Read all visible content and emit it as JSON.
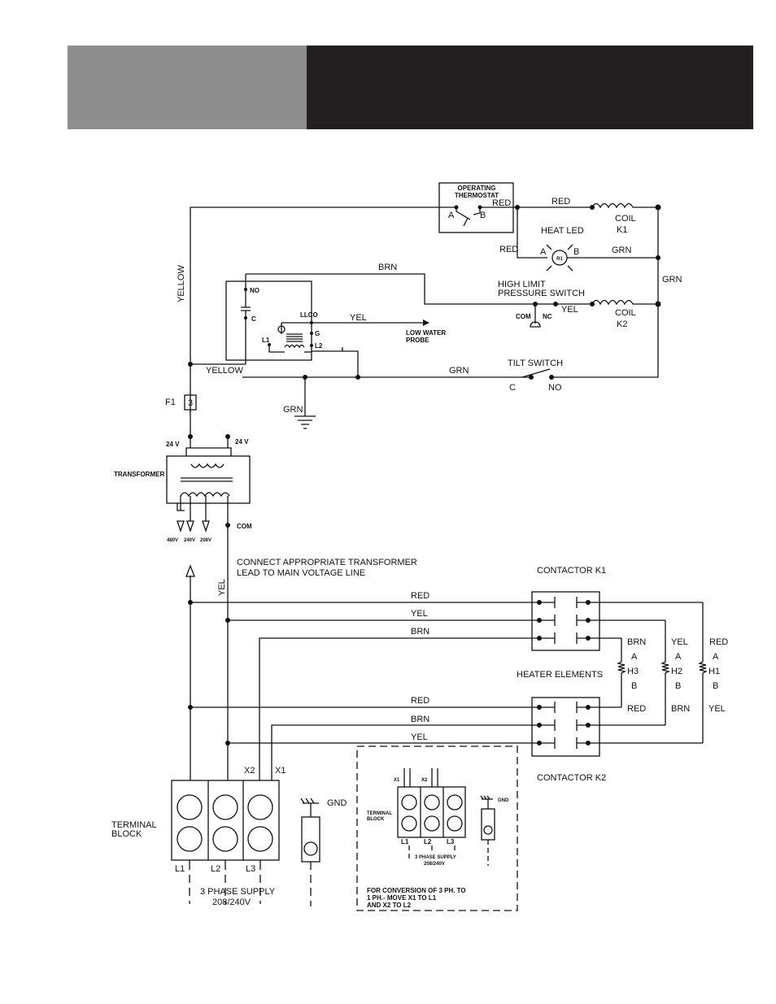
{
  "header": {
    "gray_color": "#8e8e8e",
    "dark_color": "#231f20"
  },
  "labels": {
    "operating_thermostat_1": "OPERATING",
    "operating_thermostat_2": "THERMOSTAT",
    "a": "A",
    "b": "B",
    "red": "RED",
    "brn": "BRN",
    "yel": "YEL",
    "grn": "GRN",
    "yellow": "YELLOW",
    "coil": "COIL",
    "k1": "K1",
    "k2": "K2",
    "heat_led": "HEAT LED",
    "r1": "R1",
    "high_limit": "HIGH LIMIT",
    "pressure_switch": "PRESSURE SWITCH",
    "com": "COM",
    "nc": "NC",
    "no": "NO",
    "c": "C",
    "llco": "LLCO",
    "g": "G",
    "l1": "L1",
    "l2": "L2",
    "l3": "L3",
    "low_water_1": "LOW WATER",
    "low_water_2": "PROBE",
    "tilt_switch": "TILT SWITCH",
    "f1": "F1",
    "fuse_3": "3",
    "v24": "24 V",
    "transformer": "TRANSFORMER",
    "v480": "480V",
    "v240": "240V",
    "v208": "208V",
    "com_word": "COM",
    "connect_1": "CONNECT  APPROPRIATE  TRANSFORMER",
    "connect_2": "LEAD  TO  MAIN  VOLTAGE  LINE",
    "contactor_k1": "CONTACTOR  K1",
    "contactor_k2": "CONTACTOR  K2",
    "heater_elements": "HEATER  ELEMENTS",
    "h1": "H1",
    "h2": "H2",
    "h3": "H3",
    "x1": "X1",
    "x2": "X2",
    "gnd": "GND",
    "terminal_1": "TERMINAL",
    "terminal_2": "BLOCK",
    "phase_supply_1": "3  PHASE  SUPPLY",
    "phase_supply_2": "208/240V",
    "small_phase_1": "3  PHASE  SUPPLY",
    "small_phase_2": "208/240V",
    "conversion_1": "FOR  CONVERSION  OF  3  PH.  TO",
    "conversion_2": "1  PH.-  MOVE  X1  TO  L1",
    "conversion_3": "AND  X2  TO  L2"
  }
}
